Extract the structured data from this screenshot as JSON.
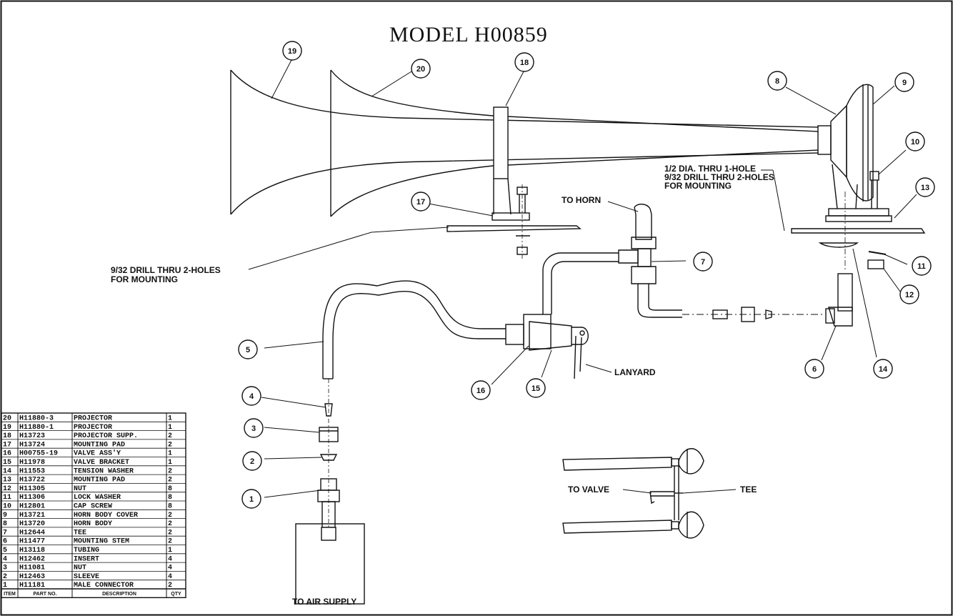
{
  "title": "MODEL H00859",
  "notes": {
    "hole_main_1": "1/2 DIA. THRU 1-HOLE",
    "hole_main_2": "9/32 DRILL THRU 2-HOLES",
    "hole_main_3": "FOR MOUNTING",
    "hole_left_1": "9/32 DRILL THRU 2-HOLES",
    "hole_left_2": "FOR MOUNTING",
    "to_horn": "TO HORN",
    "lanyard": "LANYARD",
    "to_valve": "TO VALVE",
    "tee": "TEE",
    "to_air_supply": "TO AIR SUPPLY"
  },
  "callouts": [
    "19",
    "20",
    "18",
    "8",
    "9",
    "10",
    "13",
    "17",
    "7",
    "11",
    "12",
    "5",
    "16",
    "15",
    "6",
    "14",
    "4",
    "3",
    "2",
    "1"
  ],
  "bom": {
    "headers": [
      "ITEM",
      "PART NO.",
      "DESCRIPTION",
      "QTY"
    ],
    "rows": [
      [
        "20",
        "H11880-3",
        "PROJECTOR",
        "1"
      ],
      [
        "19",
        "H11880-1",
        "PROJECTOR",
        "1"
      ],
      [
        "18",
        "H13723",
        "PROJECTOR SUPP.",
        "2"
      ],
      [
        "17",
        "H13724",
        "MOUNTING PAD",
        "2"
      ],
      [
        "16",
        "H00755-19",
        "VALVE ASS'Y",
        "1"
      ],
      [
        "15",
        "H11978",
        "VALVE BRACKET",
        "1"
      ],
      [
        "14",
        "H11553",
        "TENSION WASHER",
        "2"
      ],
      [
        "13",
        "H13722",
        "MOUNTING PAD",
        "2"
      ],
      [
        "12",
        "H11305",
        "NUT",
        "8"
      ],
      [
        "11",
        "H11306",
        "LOCK WASHER",
        "8"
      ],
      [
        "10",
        "H12801",
        "CAP SCREW",
        "8"
      ],
      [
        "9",
        "H13721",
        "HORN BODY COVER",
        "2"
      ],
      [
        "8",
        "H13720",
        "HORN BODY",
        "2"
      ],
      [
        "7",
        "H12644",
        "TEE",
        "2"
      ],
      [
        "6",
        "H11477",
        "MOUNTING STEM",
        "2"
      ],
      [
        "5",
        "H13118",
        "TUBING",
        "1"
      ],
      [
        "4",
        "H12462",
        "INSERT",
        "4"
      ],
      [
        "3",
        "H11081",
        "NUT",
        "4"
      ],
      [
        "2",
        "H12463",
        "SLEEVE",
        "4"
      ],
      [
        "1",
        "H11181",
        "MALE CONNECTOR",
        "2"
      ]
    ]
  }
}
